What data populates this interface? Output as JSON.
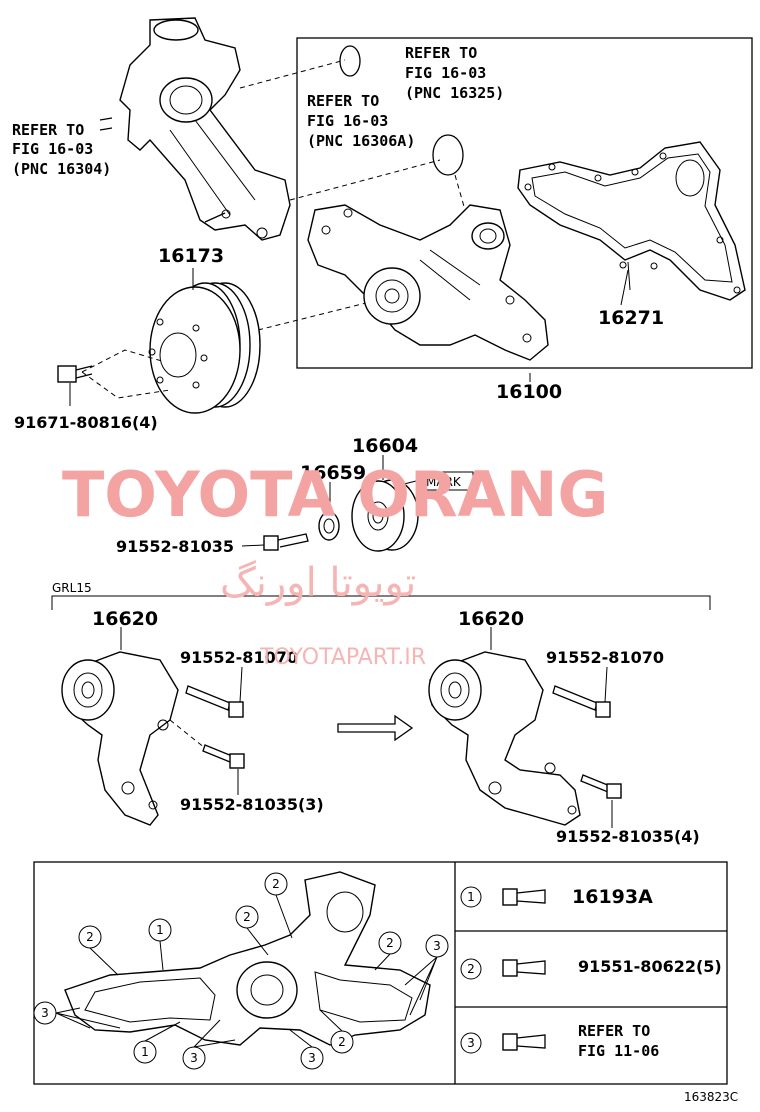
{
  "figure_code": "163823C",
  "refs": {
    "r1": [
      "REFER TO",
      "FIG 16-03",
      "(PNC 16304)"
    ],
    "r2": [
      "REFER TO",
      "FIG 16-03",
      "(PNC 16306A)"
    ],
    "r3": [
      "REFER TO",
      "FIG 16-03",
      "(PNC 16325)"
    ],
    "r4": [
      "REFER TO",
      "FIG 11-06"
    ]
  },
  "parts": {
    "p16173": "16173",
    "p16271": "16271",
    "p16100": "16100",
    "p91671": "91671-80816(4)",
    "p16604": "16604",
    "p16659": "16659",
    "mark": "MARK",
    "p91552a": "91552-81035",
    "grl": "GRL15",
    "p16620a": "16620",
    "p16620b": "16620",
    "p81070a": "91552-81070",
    "p81070b": "91552-81070",
    "p81035_3": "91552-81035(3)",
    "p81035_4": "91552-81035(4)"
  },
  "legend": [
    {
      "num": "1",
      "part": "16193A"
    },
    {
      "num": "2",
      "part": "91551-80622(5)"
    },
    {
      "num": "3",
      "ref": "r4"
    }
  ],
  "callouts": [
    "1",
    "2",
    "3"
  ],
  "watermarks": {
    "main": "TOYOTA ORANG",
    "farsi": "تویوتا اورنگ",
    "site": "TOYOTAPART.IR"
  },
  "colors": {
    "watermark": "#f4a3a3",
    "line": "#000000"
  }
}
